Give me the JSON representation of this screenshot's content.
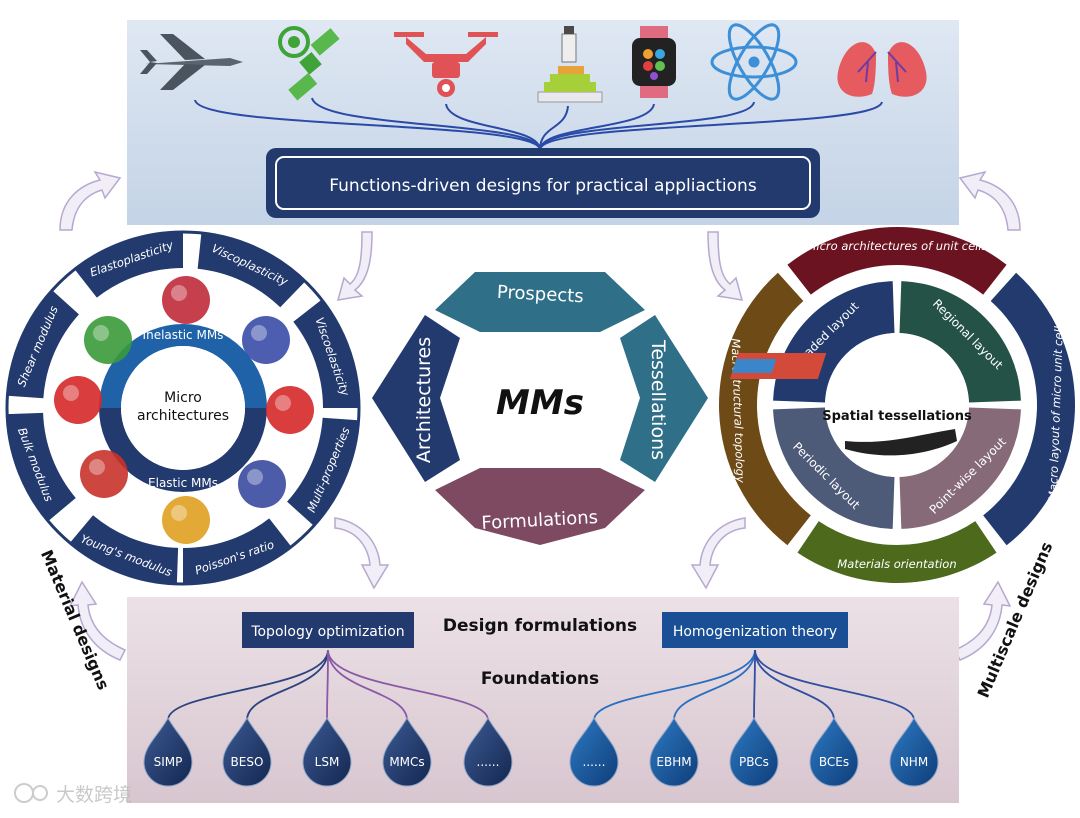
{
  "top_panel": {
    "title": "Functions-driven designs for practical appliactions",
    "icons": [
      "fighter-jet-icon",
      "satellite-icon",
      "drone-icon",
      "3d-printer-icon",
      "smartwatch-icon",
      "atom-icon",
      "lungs-icon"
    ]
  },
  "center": {
    "title": "MMs",
    "petals": {
      "top": "Prospects",
      "right": "Tessellations",
      "bottom": "Formulations",
      "left": "Architectures"
    }
  },
  "left_wheel": {
    "center_title": "Micro\narchitectures",
    "inner_top": "Inelastic MMs",
    "inner_bottom": "Elastic MMs",
    "segments": [
      "Elastoplasticity",
      "Viscoplasticity",
      "Viscoelasticity",
      "Multi-properties",
      "Poisson's ratio",
      "Young's modulus",
      "Bulk modulus",
      "Shear modulus"
    ],
    "side_label": "Material designs"
  },
  "right_wheel": {
    "center_title": "Spatial tessellations",
    "inner": [
      "Graded layout",
      "Regional layout",
      "Point-wise layout",
      "Periodic layout"
    ],
    "outer": [
      "Micro architectures of unit cells",
      "Macro layout of micro unit cells",
      "Materials orientation",
      "Macrostructural topology"
    ],
    "side_label": "Multiscale designs"
  },
  "bottom_panel": {
    "title": "Design formulations",
    "subtitle": "Foundations",
    "left_box": "Topology optimization",
    "right_box": "Homogenization theory",
    "left_drops": [
      "SIMP",
      "BESO",
      "LSM",
      "MMCs",
      "......"
    ],
    "right_drops": [
      "......",
      "EBHM",
      "PBCs",
      "BCEs",
      "NHM"
    ]
  },
  "watermark": "大数跨境",
  "colors": {
    "navy": "#223a6e",
    "teal": "#2b6e82",
    "petal_top": "#2f6f88",
    "petal_bottom": "#7d4a62",
    "maroon": "#6b1320",
    "brown": "#6e4a16",
    "olive": "#4d6a1c",
    "mauve": "#876a78"
  }
}
